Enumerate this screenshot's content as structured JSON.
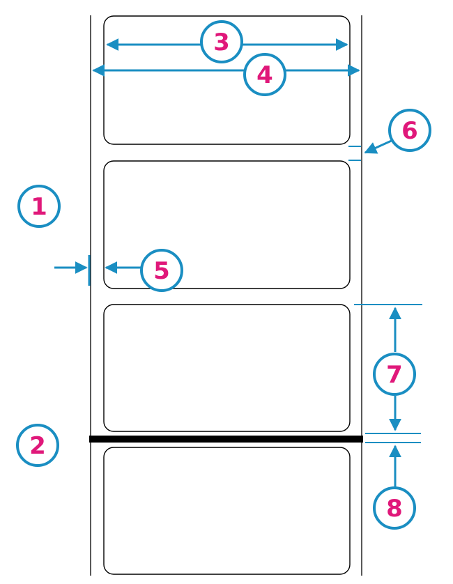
{
  "colors": {
    "accent": "#1a8ec2",
    "callout_text": "#e0187a",
    "outline": "#000000",
    "background": "#ffffff"
  },
  "callouts": [
    {
      "id": "1",
      "label": "1"
    },
    {
      "id": "2",
      "label": "2"
    },
    {
      "id": "3",
      "label": "3"
    },
    {
      "id": "4",
      "label": "4"
    },
    {
      "id": "5",
      "label": "5"
    },
    {
      "id": "6",
      "label": "6"
    },
    {
      "id": "7",
      "label": "7"
    },
    {
      "id": "8",
      "label": "8"
    }
  ]
}
